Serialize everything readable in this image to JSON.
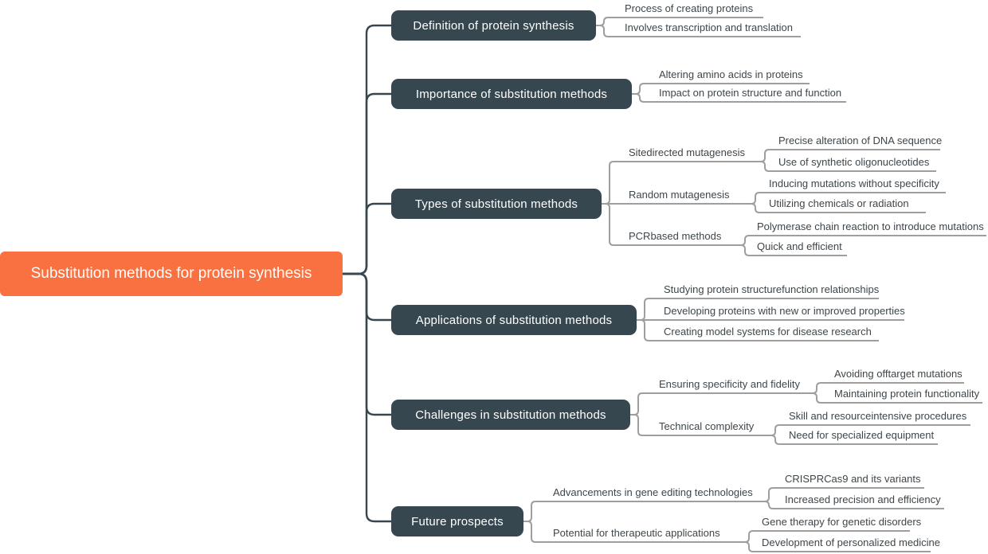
{
  "diagram_type": "mindmap",
  "colors": {
    "root_fill": "#F97140",
    "root_text": "#FFFFFF",
    "branch_fill": "#37474F",
    "branch_text": "#FFFFFF",
    "trunk_line": "#37474F",
    "child_line": "#9E9E9E",
    "leaf_text": "#3E464B",
    "background": "#FFFFFF"
  },
  "tree": {
    "label": "Substitution methods for protein synthesis",
    "children": [
      {
        "label": "Definition of protein synthesis",
        "children": [
          {
            "label": "Process of creating proteins"
          },
          {
            "label": "Involves transcription and translation"
          }
        ]
      },
      {
        "label": "Importance of substitution methods",
        "children": [
          {
            "label": "Altering amino acids in proteins"
          },
          {
            "label": "Impact on protein structure and function"
          }
        ]
      },
      {
        "label": "Types of substitution methods",
        "children": [
          {
            "label": "Sitedirected mutagenesis",
            "children": [
              {
                "label": "Precise alteration of DNA sequence"
              },
              {
                "label": "Use of synthetic oligonucleotides"
              }
            ]
          },
          {
            "label": "Random mutagenesis",
            "children": [
              {
                "label": "Inducing mutations without specificity"
              },
              {
                "label": "Utilizing chemicals or radiation"
              }
            ]
          },
          {
            "label": "PCRbased methods",
            "children": [
              {
                "label": "Polymerase chain reaction to introduce mutations"
              },
              {
                "label": "Quick and efficient"
              }
            ]
          }
        ]
      },
      {
        "label": "Applications of substitution methods",
        "children": [
          {
            "label": "Studying protein structurefunction relationships"
          },
          {
            "label": "Developing proteins with new or improved properties"
          },
          {
            "label": "Creating model systems for disease research"
          }
        ]
      },
      {
        "label": "Challenges in substitution methods",
        "children": [
          {
            "label": "Ensuring specificity and fidelity",
            "children": [
              {
                "label": "Avoiding offtarget mutations"
              },
              {
                "label": "Maintaining protein functionality"
              }
            ]
          },
          {
            "label": "Technical complexity",
            "children": [
              {
                "label": "Skill and resourceintensive procedures"
              },
              {
                "label": "Need for specialized equipment"
              }
            ]
          }
        ]
      },
      {
        "label": "Future prospects",
        "children": [
          {
            "label": "Advancements in gene editing technologies",
            "children": [
              {
                "label": "CRISPRCas9 and its variants"
              },
              {
                "label": "Increased precision and efficiency"
              }
            ]
          },
          {
            "label": "Potential for therapeutic applications",
            "children": [
              {
                "label": "Gene therapy for genetic disorders"
              },
              {
                "label": "Development of personalized medicine"
              }
            ]
          }
        ]
      }
    ]
  }
}
